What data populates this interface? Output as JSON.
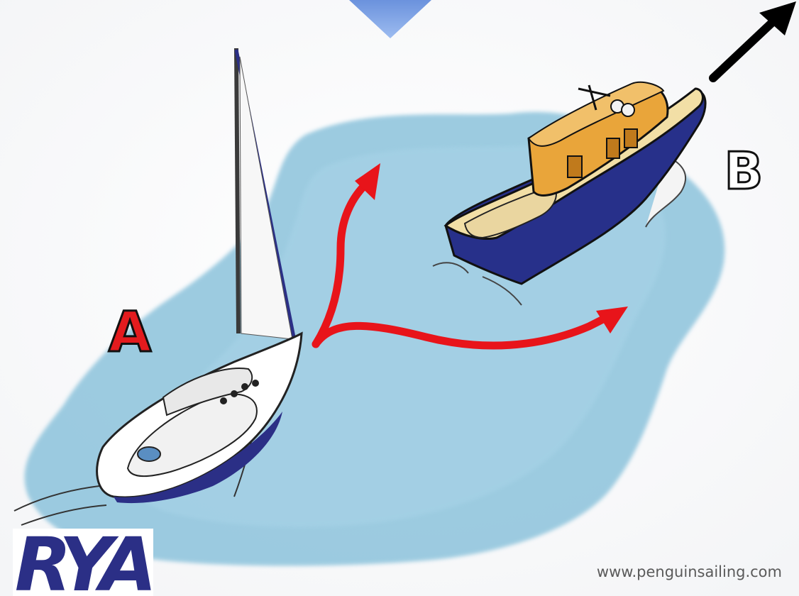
{
  "labels": {
    "vessel_a": "A",
    "vessel_b": "B"
  },
  "logo": {
    "text": "RYA",
    "color": "#2b2f86"
  },
  "footer": {
    "website": "www.penguinsailing.com"
  },
  "colors": {
    "water": "#8cc3dc",
    "give_way_arrows": "#e8141a",
    "direction_arrow": "#000000",
    "label_fill": "#e41b1e",
    "hull_blue": "#27308a",
    "cabin_orange": "#e9a53a",
    "top_marker": "#6f9ce3"
  },
  "icons": {
    "top_marker": "down-triangle-icon",
    "direction": "arrow-up-right-icon",
    "give_way": "branching-curved-arrow-icon"
  }
}
